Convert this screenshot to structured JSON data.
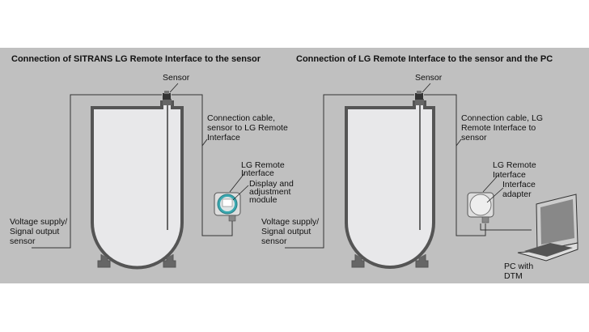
{
  "left": {
    "title": "Connection of SITRANS LG Remote Interface to the sensor",
    "sensor_label": "Sensor",
    "cable_label": "Connection cable,\nsensor to LG Remote\nInterface",
    "remote_label": "LG Remote\nInterface",
    "module_label": "Display and\nadjustment\nmodule",
    "supply_label": "Voltage supply/\nSignal output\nsensor"
  },
  "right": {
    "title": "Connection of LG Remote Interface to the sensor and the PC",
    "sensor_label": "Sensor",
    "cable_label": "Connection cable, LG\nRemote Interface to\nsensor",
    "remote_label": "LG Remote\nInterface",
    "adapter_label": "Interface\nadapter",
    "supply_label": "Voltage supply/\nSignal output\nsensor",
    "pc_label": "PC with\nDTM"
  },
  "colors": {
    "panel_bg": "#c0c0c0",
    "tank_fill": "#e8e8ea",
    "tank_wall": "#555555",
    "display_ring": "#3aa8b0"
  }
}
